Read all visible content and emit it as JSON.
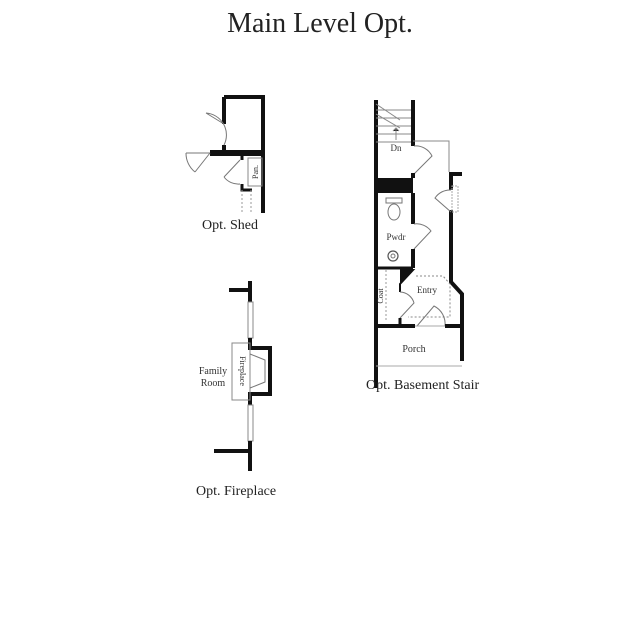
{
  "title": "Main Level Opt.",
  "options": {
    "shed": {
      "caption": "Opt. Shed",
      "labels": {
        "pantry": "Pan."
      }
    },
    "fireplace": {
      "caption": "Opt. Fireplace",
      "labels": {
        "room_line1": "Family",
        "room_line2": "Room",
        "fireplace": "Fireplace"
      }
    },
    "basement_stair": {
      "caption": "Opt. Basement Stair",
      "labels": {
        "down": "Dn",
        "powder": "Pwdr",
        "coat": "Coat",
        "entry": "Entry",
        "porch": "Porch"
      }
    }
  },
  "colors": {
    "wall": "#111111",
    "line": "#888888",
    "text": "#222222",
    "background": "#ffffff"
  }
}
